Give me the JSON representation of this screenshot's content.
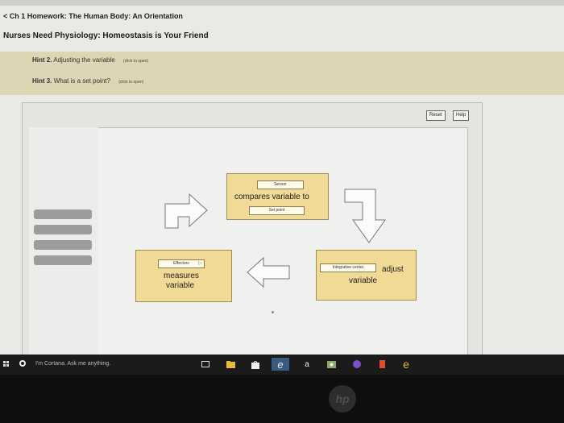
{
  "header": {
    "back_link": "< Ch 1 Homework: The Human Body: An Orientation",
    "page_title": "Nurses Need Physiology: Homeostasis is Your Friend"
  },
  "hints": [
    {
      "label": "Hint 2.",
      "text": "Adjusting the variable",
      "action": "(click to open)"
    },
    {
      "label": "Hint 3.",
      "text": "What is a set point?",
      "action": "(click to open)"
    }
  ],
  "toolbar": {
    "reset_label": "Reset",
    "help_label": "Help"
  },
  "diagram": {
    "sensor_slot": "Sensor",
    "sensor_text": "compares variable to",
    "setpoint_slot": "Set point",
    "integrative_slot": "Integrative center",
    "integrative_text_1": "adjust",
    "integrative_text_2": "variable",
    "effectors_slot": "Effectors",
    "effectors_text_1": "measures",
    "effectors_text_2": "variable"
  },
  "taskbar": {
    "cortana_placeholder": "I'm Cortana. Ask me anything."
  },
  "colors": {
    "box_fill": "#f1d996",
    "hint_panel": "#ddd6b4",
    "taskbar": "#1b1b1b"
  }
}
